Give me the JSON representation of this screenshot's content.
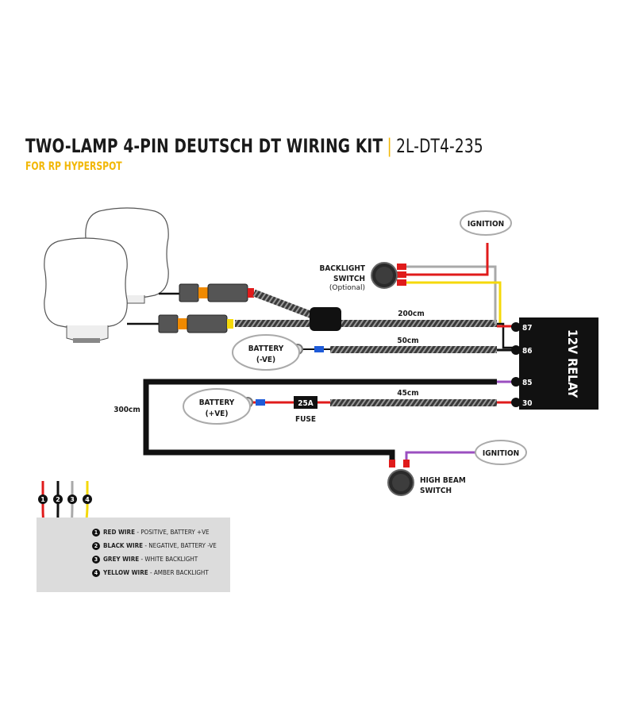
{
  "title": {
    "main": "TWO-LAMP 4-PIN DEUTSCH DT WIRING KIT",
    "separator": "|",
    "code": "2L-DT4-235",
    "subtitle": "FOR RP HYPERSPOT"
  },
  "labels": {
    "ignition_top": "IGNITION",
    "backlight_switch_1": "BACKLIGHT",
    "backlight_switch_2": "SWITCH",
    "backlight_optional": "(Optional)",
    "battery_neg_1": "BATTERY",
    "battery_neg_2": "(-VE)",
    "battery_pos_1": "BATTERY",
    "battery_pos_2": "(+VE)",
    "fuse_value": "25A",
    "fuse_label": "FUSE",
    "len_200": "200cm",
    "len_50": "50cm",
    "len_45": "45cm",
    "len_300": "300cm",
    "relay_name": "12V RELAY",
    "pin_87": "87",
    "pin_86": "86",
    "pin_85": "85",
    "pin_30": "30",
    "ignition_bottom": "IGNITION",
    "highbeam_1": "HIGH BEAM",
    "highbeam_2": "SWITCH"
  },
  "wire_numbers": [
    "1",
    "2",
    "3",
    "4"
  ],
  "legend": [
    {
      "num": "1",
      "name": "RED WIRE",
      "desc": " - POSITIVE, BATTERY +VE"
    },
    {
      "num": "2",
      "name": "BLACK WIRE",
      "desc": " - NEGATIVE, BATTERY -VE"
    },
    {
      "num": "3",
      "name": "GREY WIRE",
      "desc": " - WHITE BACKLIGHT"
    },
    {
      "num": "4",
      "name": "YELLOW WIRE",
      "desc": " - AMBER BACKLIGHT"
    }
  ],
  "colors": {
    "red": "#e01b1b",
    "black": "#111111",
    "grey": "#a9a9a9",
    "yellow": "#f5d90a",
    "purple": "#9b4fc0",
    "accent": "#f2b705",
    "legend_bg": "#dcdcdc"
  }
}
